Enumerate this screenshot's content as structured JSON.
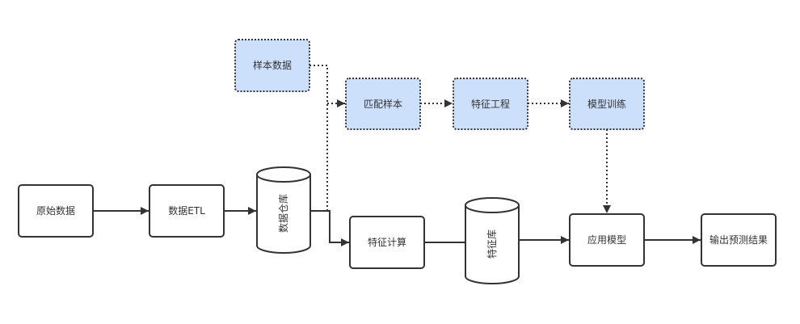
{
  "diagram": {
    "type": "flowchart",
    "colors": {
      "line": "#333333",
      "dashed_fill": "#cce0fb",
      "solid_fill": "#ffffff",
      "text": "#333333"
    },
    "nodes": {
      "sample_data": {
        "label": "样本数据",
        "style": "dotted"
      },
      "match_sample": {
        "label": "匹配样本",
        "style": "dotted"
      },
      "feature_engineering": {
        "label": "特征工程",
        "style": "dotted"
      },
      "model_training": {
        "label": "模型训练",
        "style": "dotted"
      },
      "raw_data": {
        "label": "原始数据",
        "style": "solid"
      },
      "data_etl": {
        "label": "数据ETL",
        "style": "solid"
      },
      "data_warehouse": {
        "label": "数据仓库",
        "style": "cylinder"
      },
      "feature_compute": {
        "label": "特征计算",
        "style": "solid"
      },
      "feature_store": {
        "label": "特征库",
        "style": "cylinder"
      },
      "apply_model": {
        "label": "应用模型",
        "style": "solid"
      },
      "output_result": {
        "label": "输出预测结果",
        "style": "solid"
      }
    },
    "edges": [
      {
        "from": "raw_data",
        "to": "data_etl",
        "style": "solid"
      },
      {
        "from": "data_etl",
        "to": "data_warehouse",
        "style": "solid"
      },
      {
        "from": "data_warehouse",
        "to": "feature_compute",
        "style": "solid"
      },
      {
        "from": "sample_data",
        "to": "match_sample",
        "style": "dotted"
      },
      {
        "from": "data_warehouse",
        "to": "match_sample",
        "style": "dotted"
      },
      {
        "from": "match_sample",
        "to": "feature_engineering",
        "style": "dotted"
      },
      {
        "from": "feature_engineering",
        "to": "model_training",
        "style": "dotted"
      },
      {
        "from": "model_training",
        "to": "apply_model",
        "style": "dotted"
      },
      {
        "from": "feature_compute",
        "to": "feature_store",
        "style": "solid"
      },
      {
        "from": "feature_store",
        "to": "apply_model",
        "style": "solid"
      },
      {
        "from": "apply_model",
        "to": "output_result",
        "style": "solid"
      }
    ]
  }
}
